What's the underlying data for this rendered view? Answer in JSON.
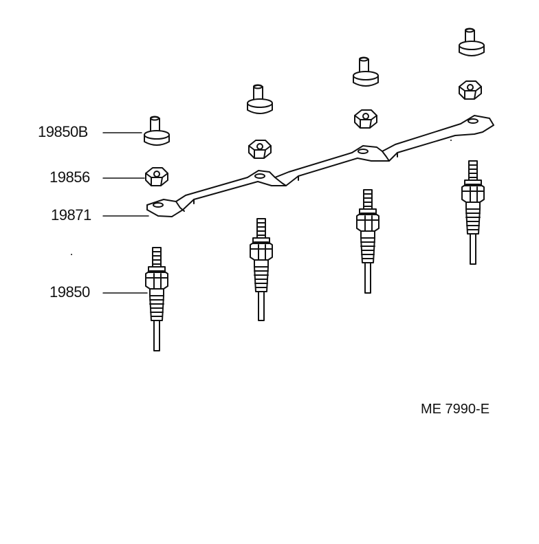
{
  "callouts": {
    "c1": "19850B",
    "c2": "19856",
    "c3": "19871",
    "c4": "19850"
  },
  "figure_code": "ME 7990-E"
}
